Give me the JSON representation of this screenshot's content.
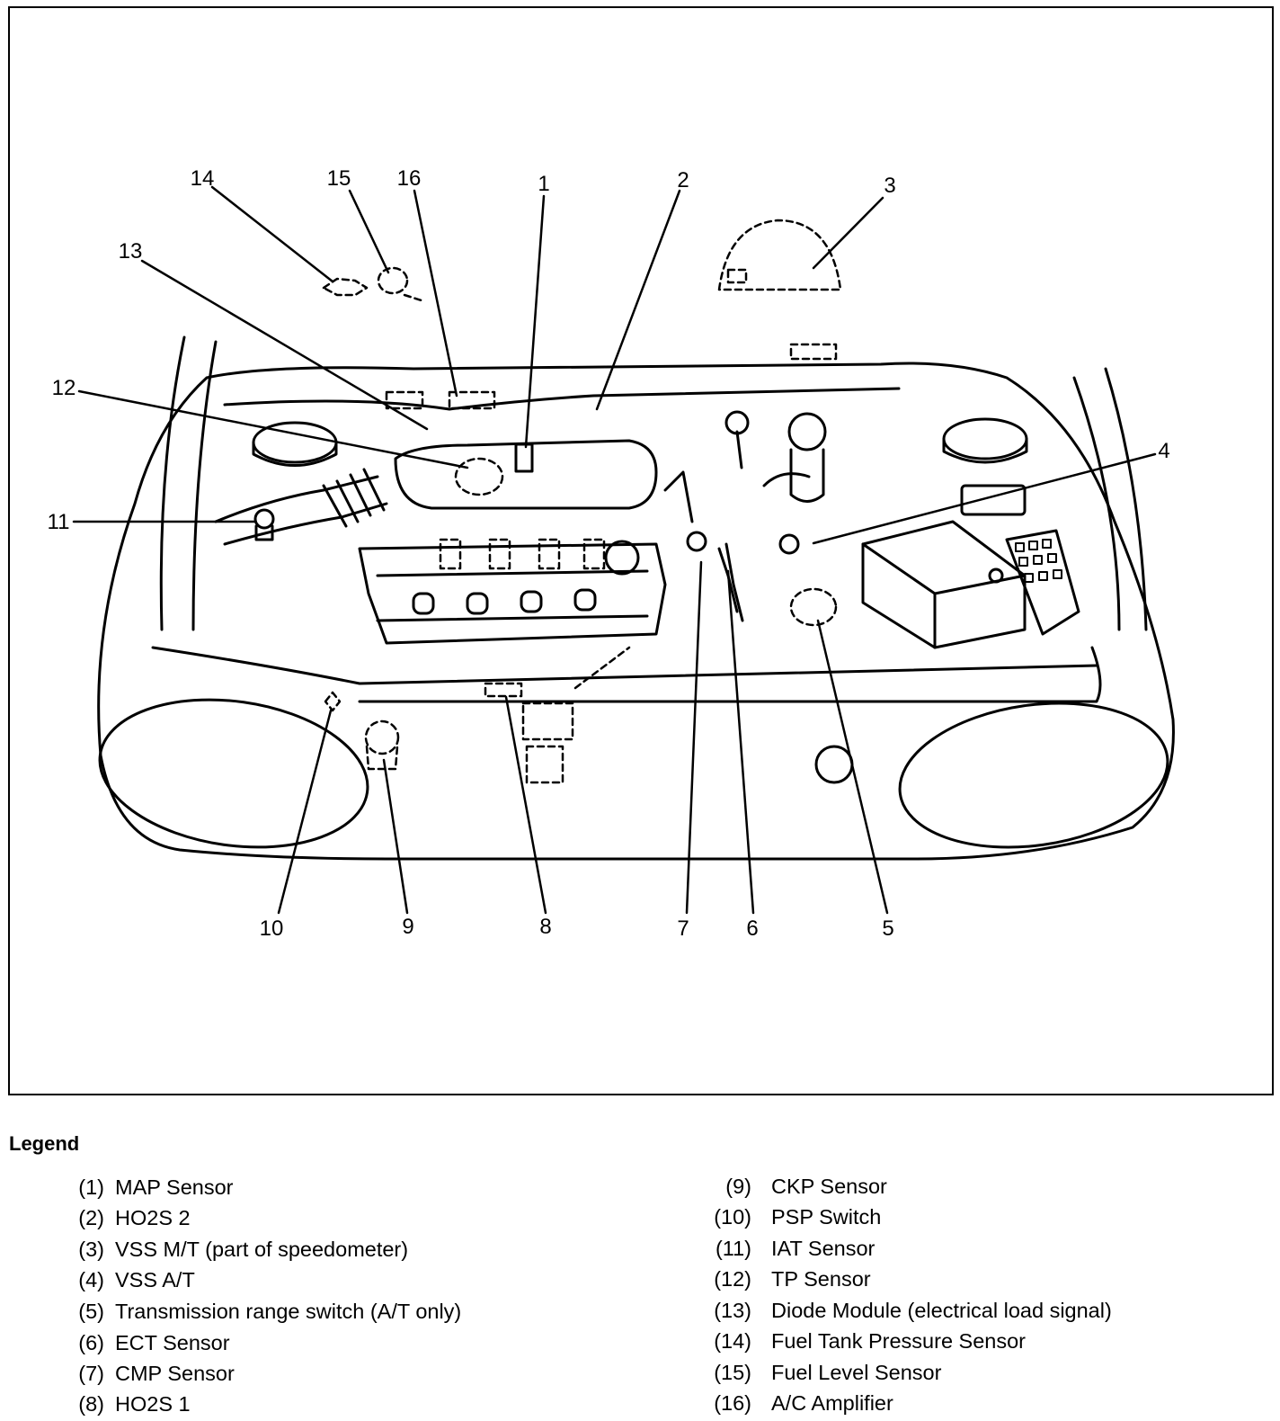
{
  "callouts": [
    {
      "n": "1"
    },
    {
      "n": "2"
    },
    {
      "n": "3"
    },
    {
      "n": "4"
    },
    {
      "n": "5"
    },
    {
      "n": "6"
    },
    {
      "n": "7"
    },
    {
      "n": "8"
    },
    {
      "n": "9"
    },
    {
      "n": "10"
    },
    {
      "n": "11"
    },
    {
      "n": "12"
    },
    {
      "n": "13"
    },
    {
      "n": "14"
    },
    {
      "n": "15"
    },
    {
      "n": "16"
    }
  ],
  "legend": {
    "title": "Legend",
    "items": [
      {
        "num": "(1)",
        "text": "MAP Sensor"
      },
      {
        "num": "(2)",
        "text": "HO2S 2"
      },
      {
        "num": "(3)",
        "text": "VSS M/T (part of speedometer)"
      },
      {
        "num": "(4)",
        "text": "VSS A/T"
      },
      {
        "num": "(5)",
        "text": "Transmission range switch (A/T only)"
      },
      {
        "num": "(6)",
        "text": "ECT Sensor"
      },
      {
        "num": "(7)",
        "text": "CMP Sensor"
      },
      {
        "num": "(8)",
        "text": "HO2S 1"
      },
      {
        "num": "(9)",
        "text": "CKP Sensor"
      },
      {
        "num": "(10)",
        "text": "PSP Switch"
      },
      {
        "num": "(11)",
        "text": "IAT Sensor"
      },
      {
        "num": "(12)",
        "text": "TP Sensor"
      },
      {
        "num": "(13)",
        "text": "Diode Module (electrical load signal)"
      },
      {
        "num": "(14)",
        "text": "Fuel Tank Pressure Sensor"
      },
      {
        "num": "(15)",
        "text": "Fuel Level Sensor"
      },
      {
        "num": "(16)",
        "text": "A/C Amplifier"
      }
    ]
  }
}
